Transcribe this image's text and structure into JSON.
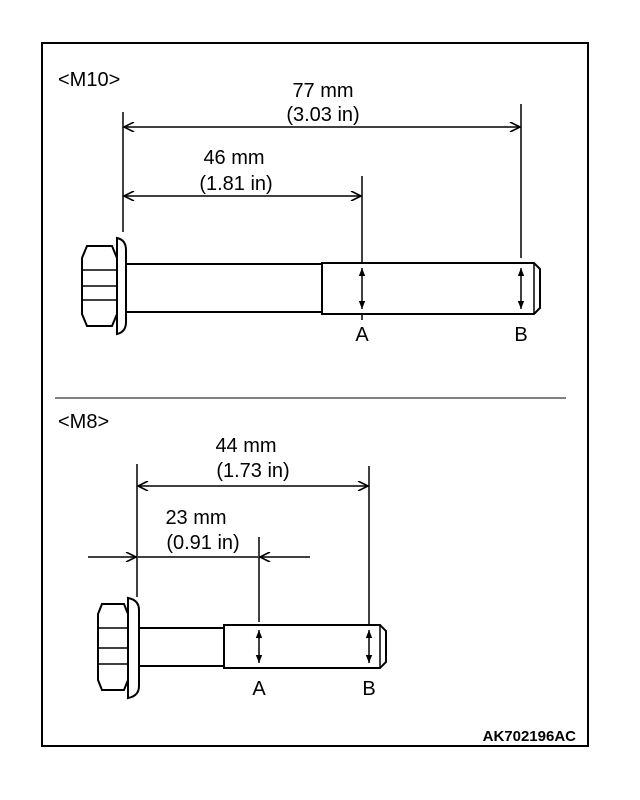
{
  "m10": {
    "title": "<M10>",
    "total_mm": "77 mm",
    "total_in": "(3.03 in)",
    "partial_mm": "46 mm",
    "partial_in": "(1.81 in)",
    "point_a": "A",
    "point_b": "B"
  },
  "m8": {
    "title": "<M8>",
    "total_mm": "44 mm",
    "total_in": "(1.73 in)",
    "partial_mm": "23 mm",
    "partial_in": "(0.91 in)",
    "point_a": "A",
    "point_b": "B"
  },
  "figure_code": "AK702196AC"
}
